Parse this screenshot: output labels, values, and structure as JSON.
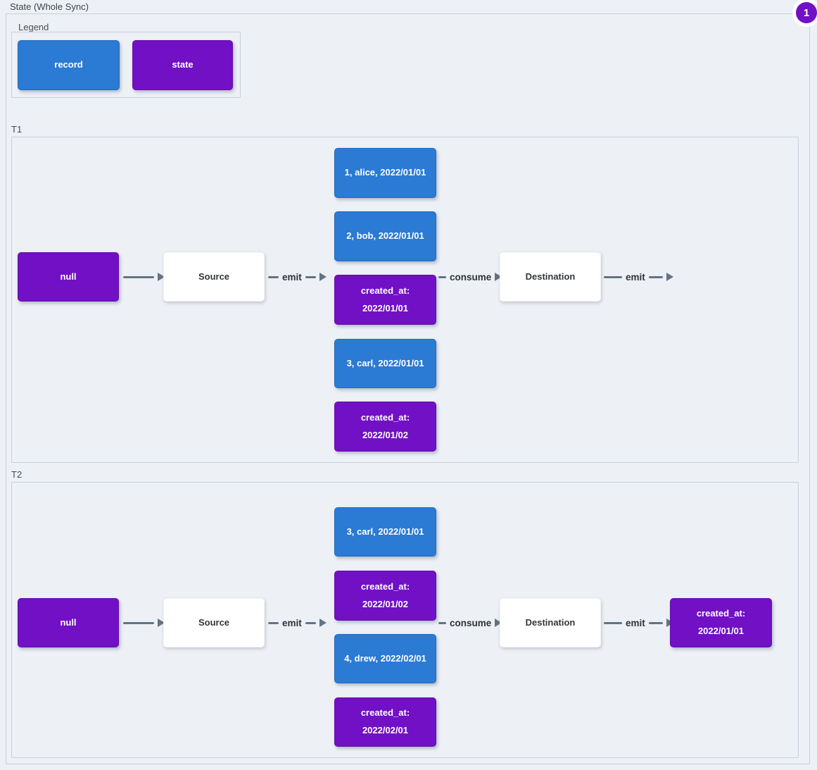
{
  "title": "State (Whole Sync)",
  "badge": {
    "label": "1"
  },
  "colors": {
    "background": "#edf0f5",
    "frame": "#c8d1db",
    "record": "#2b7ad3",
    "state": "#7110c4",
    "arrow": "#627384"
  },
  "legend": {
    "title": "Legend",
    "items": [
      {
        "label": "record",
        "type": "record"
      },
      {
        "label": "state",
        "type": "state"
      }
    ]
  },
  "sections": [
    {
      "label": "T1",
      "input_state": {
        "label": "null",
        "type": "state"
      },
      "source": {
        "label": "Source"
      },
      "emit_label": "emit",
      "messages": [
        {
          "text": "1, alice, 2022/01/01",
          "type": "record"
        },
        {
          "text": "2, bob, 2022/01/01",
          "type": "record"
        },
        {
          "text": "created_at: 2022/01/01",
          "type": "state"
        },
        {
          "text": "3, carl, 2022/01/01",
          "type": "record"
        },
        {
          "text": "created_at: 2022/01/02",
          "type": "state"
        }
      ],
      "consume_label": "consume",
      "destination": {
        "label": "Destination"
      },
      "destination_emit_label": "emit"
    },
    {
      "label": "T2",
      "input_state": {
        "label": "null",
        "type": "state"
      },
      "source": {
        "label": "Source"
      },
      "emit_label": "emit",
      "messages": [
        {
          "text": "3, carl, 2022/01/01",
          "type": "record"
        },
        {
          "text": "created_at: 2022/01/02",
          "type": "state"
        },
        {
          "text": "4, drew, 2022/02/01",
          "type": "record"
        },
        {
          "text": "created_at: 2022/02/01",
          "type": "state"
        }
      ],
      "consume_label": "consume",
      "destination": {
        "label": "Destination"
      },
      "destination_emit_label": "emit",
      "emitted_state": {
        "text": "created_at: 2022/01/01",
        "type": "state"
      }
    }
  ]
}
